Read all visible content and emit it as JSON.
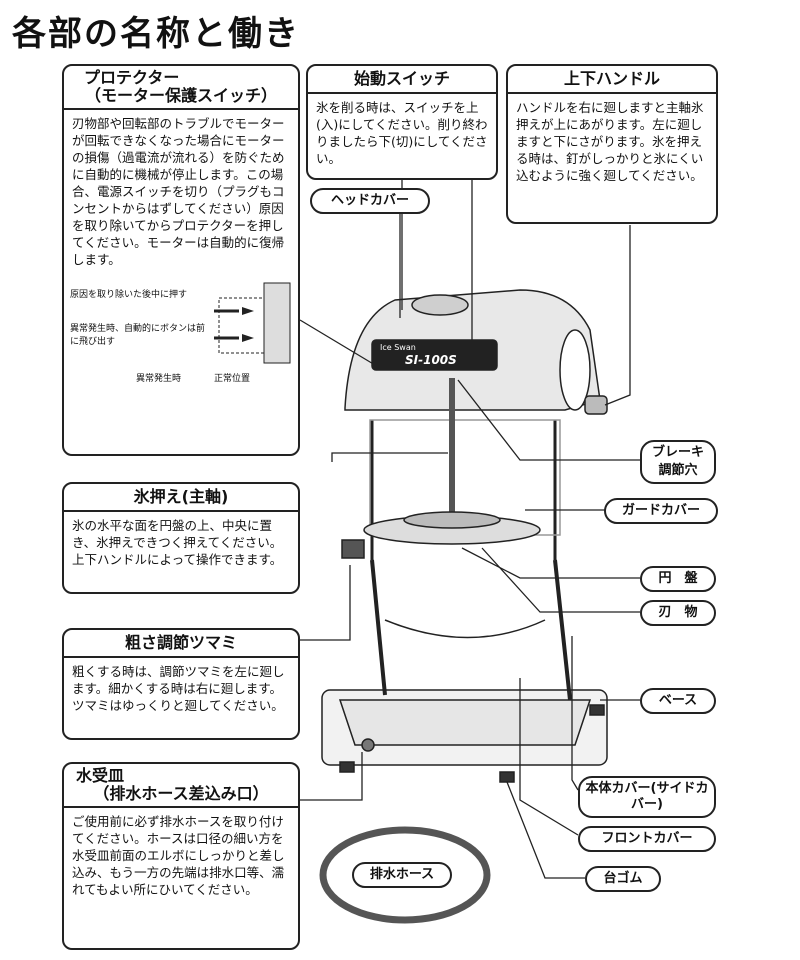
{
  "page_title": "各部の名称と働き",
  "protector": {
    "title1": "プロテクター",
    "title2": "（モーター保護スイッチ）",
    "body": "刃物部や回転部のトラブルでモーターが回転できなくなった場合にモーターの損傷（過電流が流れる）を防ぐために自動的に機械が停止します。この場合、電源スイッチを切り（プラグもコンセントからはずしてください）原因を取り除いてからプロテクターを押してください。モーターは自動的に復帰します。",
    "diagram_labels": {
      "reset_press": "原因を取り除いた後中に押す",
      "auto_pop": "異常発生時、自動的にボタンは前に飛び出す",
      "abnormal": "異常発生時",
      "normal": "正常位置"
    }
  },
  "start_switch": {
    "title": "始動スイッチ",
    "body": "氷を削る時は、スイッチを上(入)にしてください。削り終わりましたら下(切)にしてください。"
  },
  "handle": {
    "title": "上下ハンドル",
    "body": "ハンドルを右に廻しますと主軸氷押えが上にあがります。左に廻しますと下にさがります。氷を押える時は、釘がしっかりと氷にくい込むように強く廻してください。"
  },
  "ice_press": {
    "title": "氷押え(主軸)",
    "body": "氷の水平な面を円盤の上、中央に置き、氷押えできつく押えてください。上下ハンドルによって操作できます。"
  },
  "coarse_knob": {
    "title": "粗さ調節ツマミ",
    "body": "粗くする時は、調節ツマミを左に廻します。細かくする時は右に廻します。ツマミはゆっくりと廻してください。"
  },
  "tray": {
    "title1": "水受皿",
    "title2": "（排水ホース差込み口）",
    "body": "ご使用前に必ず排水ホースを取り付けてください。ホースは口径の細い方を水受皿前面のエルボにしっかりと差し込み、もう一方の先端は排水口等、濡れてもよい所にひいてください。"
  },
  "labels": {
    "head_cover": "ヘッドカバー",
    "brake_hole": "ブレーキ調節穴",
    "guard_cover": "ガードカバー",
    "disk": "円　盤",
    "blade": "刃　物",
    "base": "ベース",
    "body_cover": "本体カバー(サイドカバー)",
    "front_cover": "フロントカバー",
    "rubber_foot": "台ゴム",
    "drain_hose": "排水ホース"
  },
  "machine": {
    "brand": "Ice Swan",
    "model": "SI-100S"
  }
}
